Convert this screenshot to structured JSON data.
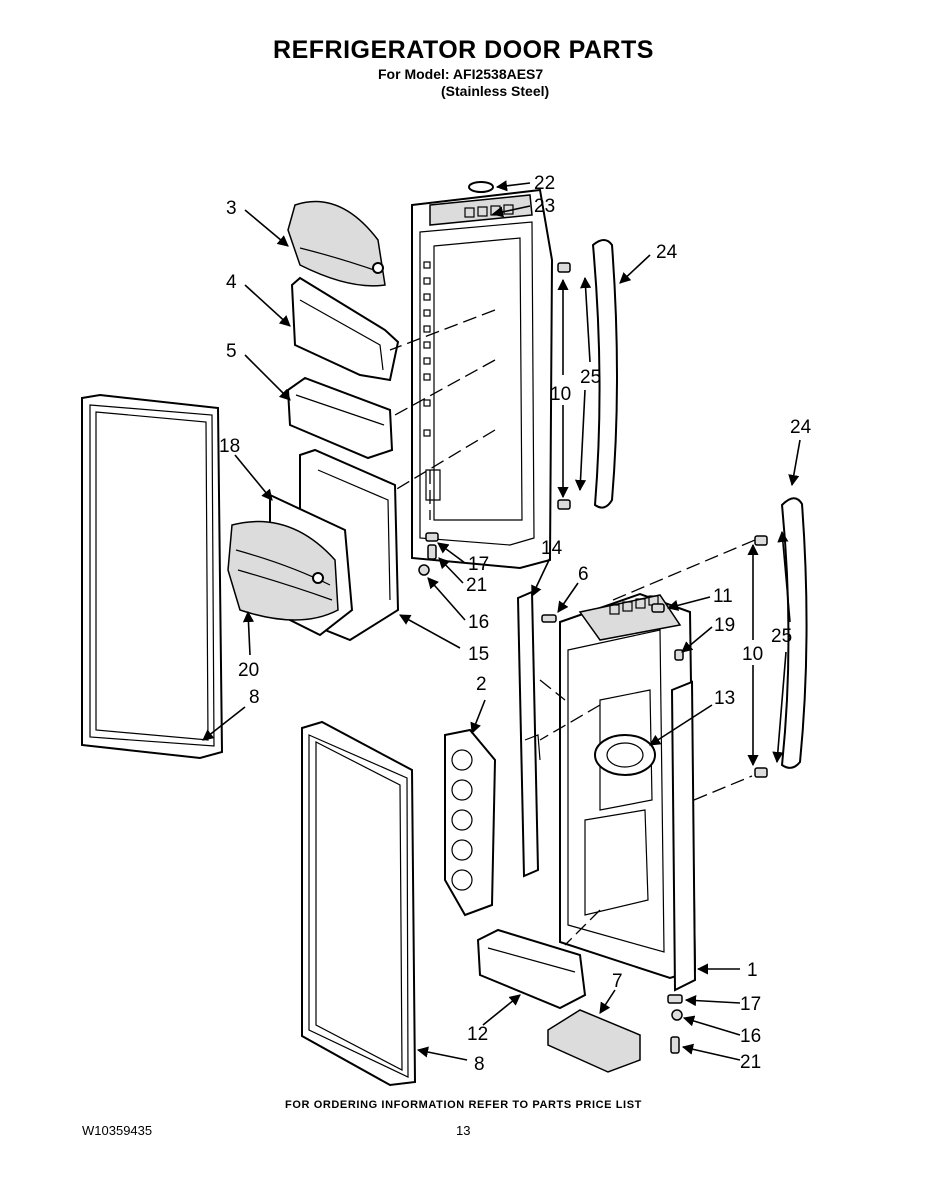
{
  "header": {
    "title": "REFRIGERATOR DOOR PARTS",
    "model_line": "For Model: AFI2538AES7",
    "finish_line": "(Stainless Steel)"
  },
  "callouts": {
    "c22": "22",
    "c23": "23",
    "c3": "3",
    "c24a": "24",
    "c4": "4",
    "c5": "5",
    "c25a": "25",
    "c10a": "10",
    "c18": "18",
    "c24b": "24",
    "c17a": "17",
    "c21a": "21",
    "c14": "14",
    "c6": "6",
    "c16a": "16",
    "c11": "11",
    "c15": "15",
    "c19": "19",
    "c10b": "10",
    "c25b": "25",
    "c20": "20",
    "c2": "2",
    "c8a": "8",
    "c13": "13",
    "c1": "1",
    "c7": "7",
    "c17b": "17",
    "c12": "12",
    "c16b": "16",
    "c8b": "8",
    "c21b": "21"
  },
  "footer": {
    "ordering_note": "FOR ORDERING INFORMATION REFER TO PARTS PRICE LIST",
    "document_number": "W10359435",
    "page_number": "13"
  }
}
